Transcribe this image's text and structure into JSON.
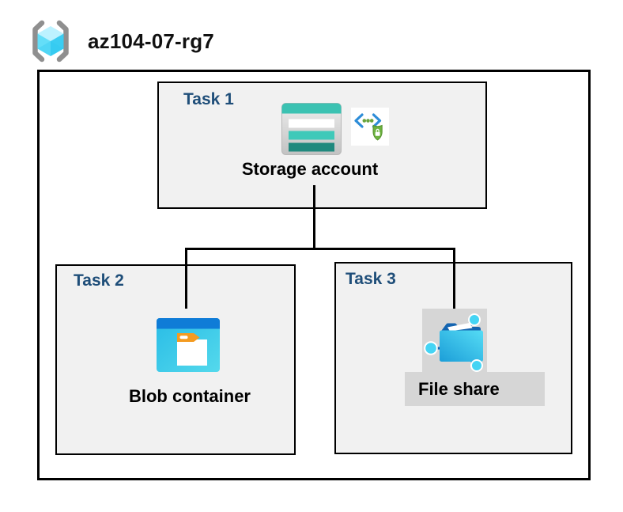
{
  "header": {
    "title": "az104-07-rg7",
    "icon": "azure-resource-group-icon"
  },
  "tasks": [
    {
      "id": "task-1",
      "label": "Task 1",
      "node_label": "Storage account",
      "icons": [
        "storage-account-icon",
        "secure-access-icon"
      ]
    },
    {
      "id": "task-2",
      "label": "Task 2",
      "node_label": "Blob container",
      "icons": [
        "blob-container-icon"
      ]
    },
    {
      "id": "task-3",
      "label": "Task 3",
      "node_label": "File share",
      "icons": [
        "file-share-icon"
      ],
      "highlighted": true
    }
  ],
  "connections": [
    {
      "from": "Storage account",
      "to": "Blob container"
    },
    {
      "from": "Storage account",
      "to": "File share"
    }
  ],
  "colors": {
    "task_label": "#1F4E79",
    "task_box_fill": "#F1F1F1",
    "box_border": "#000000",
    "highlight_fill": "#D6D6D6",
    "storage_teal": "#3BC2B2",
    "storage_teal_dark": "#20897E",
    "azure_blue_bar": "#0F7CD7",
    "container_cyan": "#35C6E9",
    "folder_tab_orange": "#F49B20",
    "shield_green": "#6DB33F",
    "code_bracket_blue": "#2D8DD8",
    "share_node_cyan": "#45D4F4",
    "share_link_blue": "#1464B0",
    "rg_bracket_gray": "#8F8F8F",
    "rg_cube_top": "#BDF2FF",
    "rg_cube_left": "#64DEF8",
    "rg_cube_right": "#3BCDF2"
  }
}
